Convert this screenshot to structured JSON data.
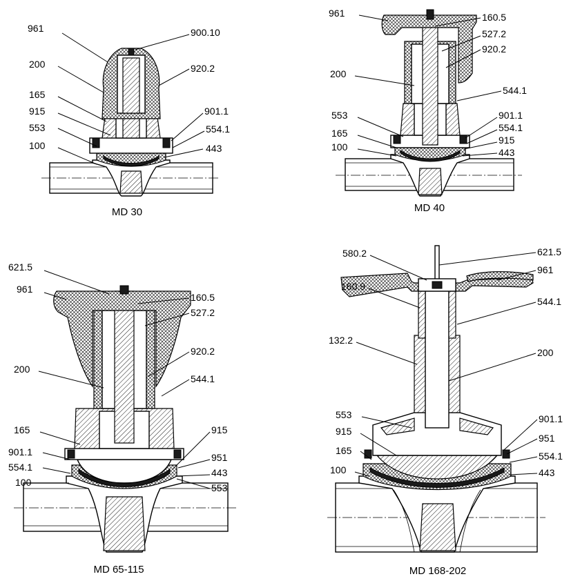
{
  "diagrams": [
    {
      "caption": "MD 30",
      "labels": [
        "961",
        "900.10",
        "200",
        "920.2",
        "165",
        "915",
        "901.1",
        "553",
        "554.1",
        "100",
        "443"
      ]
    },
    {
      "caption": "MD 40",
      "labels": [
        "961",
        "160.5",
        "527.2",
        "920.2",
        "200",
        "544.1",
        "553",
        "901.1",
        "554.1",
        "165",
        "915",
        "100",
        "443"
      ]
    },
    {
      "caption": "MD 65-115",
      "labels": [
        "621.5",
        "961",
        "160.5",
        "527.2",
        "920.2",
        "200",
        "544.1",
        "165",
        "915",
        "901.1",
        "951",
        "554.1",
        "443",
        "100",
        "553"
      ]
    },
    {
      "caption": "MD 168-202",
      "labels": [
        "621.5",
        "580.2",
        "961",
        "160.9",
        "544.1",
        "132.2",
        "200",
        "553",
        "901.1",
        "915",
        "951",
        "165",
        "554.1",
        "100",
        "443"
      ]
    }
  ]
}
